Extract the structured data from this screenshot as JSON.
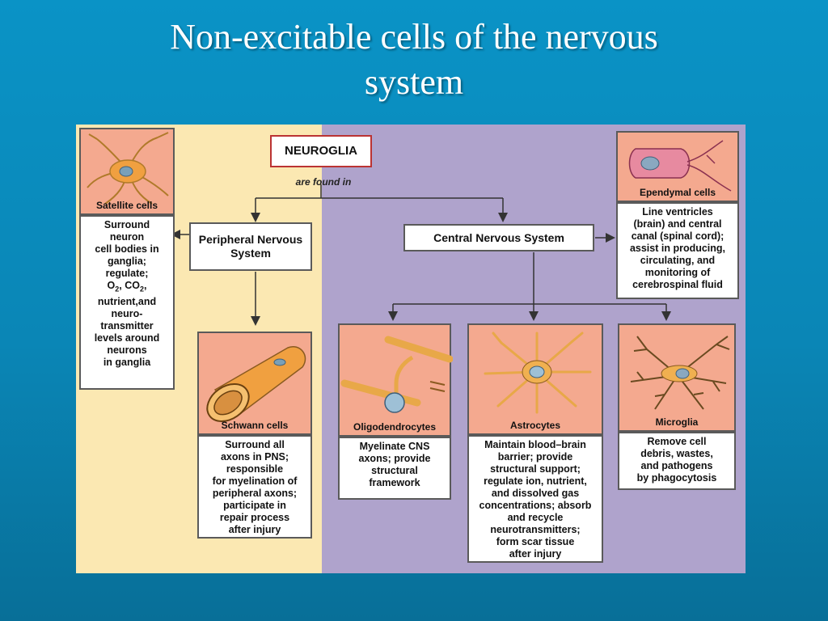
{
  "slide": {
    "title_line1": "Non-excitable cells of the nervous",
    "title_line2": "system"
  },
  "diagram": {
    "root": "NEUROGLIA",
    "connector": "are found in",
    "pns": "Peripheral Nervous System",
    "cns": "Central Nervous System",
    "cells": {
      "satellite": {
        "name": "Satellite cells",
        "lines": [
          "Surround",
          "neuron",
          "cell bodies in",
          "ganglia;",
          "regulate;",
          "O",
          "2",
          ", CO",
          "2",
          ",",
          "nutrient,and",
          "neuro-",
          "transmitter",
          "levels around",
          "neurons",
          "in ganglia"
        ]
      },
      "schwann": {
        "name": "Schwann cells",
        "lines": [
          "Surround all",
          "axons in PNS;",
          "responsible",
          "for myelination of",
          "peripheral axons;",
          "participate in",
          "repair process",
          "after injury"
        ]
      },
      "ependymal": {
        "name": "Ependymal cells",
        "lines": [
          "Line ventricles",
          "(brain) and central",
          "canal (spinal cord);",
          "assist in producing,",
          "circulating, and",
          "monitoring of",
          "cerebrospinal fluid"
        ]
      },
      "oligodendrocytes": {
        "name": "Oligodendrocytes",
        "lines": [
          "Myelinate CNS",
          "axons; provide",
          "structural",
          "framework"
        ]
      },
      "astrocytes": {
        "name": "Astrocytes",
        "lines": [
          "Maintain blood–brain",
          "barrier; provide",
          "structural support;",
          "regulate ion, nutrient,",
          "and dissolved gas",
          "concentrations; absorb",
          "and recycle",
          "neurotransmitters;",
          "form scar tissue",
          "after injury"
        ]
      },
      "microglia": {
        "name": "Microglia",
        "lines": [
          "Remove cell",
          "debris, wastes,",
          "and pathogens",
          "by phagocytosis"
        ]
      }
    }
  },
  "colors": {
    "background": "#0a8cc0",
    "pns_panel": "#fbe8b2",
    "cns_panel": "#afa3cc",
    "cell_panel": "#f4a98f",
    "neuroglia_border": "#bb3333"
  }
}
